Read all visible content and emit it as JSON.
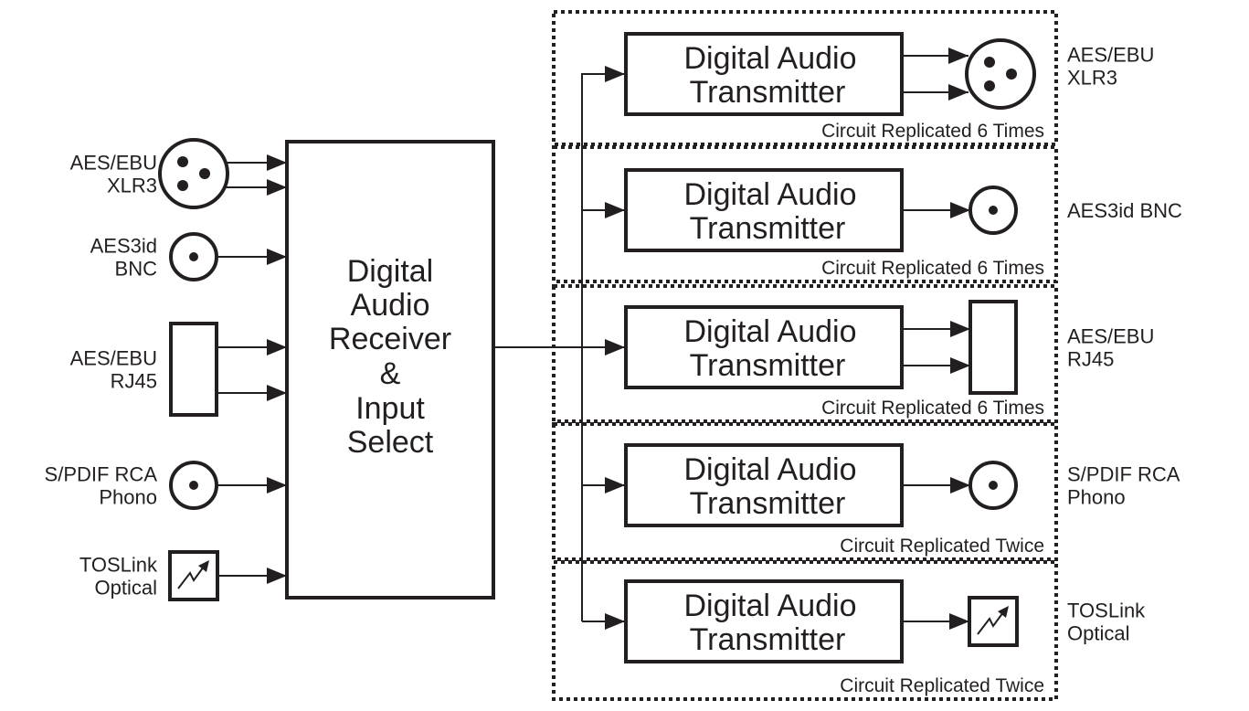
{
  "receiver": {
    "lines": [
      "Digital",
      "Audio",
      "Receiver",
      "&",
      "Input",
      "Select"
    ]
  },
  "inputs": [
    {
      "id": "xlr3",
      "type": "xlr3",
      "label": [
        "AES/EBU",
        "XLR3"
      ]
    },
    {
      "id": "bnc",
      "type": "bnc",
      "label": [
        "AES3id",
        "BNC"
      ]
    },
    {
      "id": "rj45",
      "type": "rj45",
      "label": [
        "AES/EBU",
        "RJ45"
      ]
    },
    {
      "id": "rca",
      "type": "rca",
      "label": [
        "S/PDIF RCA",
        "Phono"
      ]
    },
    {
      "id": "toslink",
      "type": "toslink",
      "label": [
        "TOSLink",
        "Optical"
      ]
    }
  ],
  "transmitter": {
    "lines": [
      "Digital Audio",
      "Transmitter"
    ]
  },
  "outputs": [
    {
      "id": "xlr3",
      "type": "xlr3",
      "label": [
        "AES/EBU",
        "XLR3"
      ],
      "caption": "Circuit Replicated 6 Times"
    },
    {
      "id": "bnc",
      "type": "bnc",
      "label": [
        "AES3id BNC"
      ],
      "caption": "Circuit Replicated 6 Times"
    },
    {
      "id": "rj45",
      "type": "rj45",
      "label": [
        "AES/EBU",
        "RJ45"
      ],
      "caption": "Circuit Replicated 6 Times"
    },
    {
      "id": "rca",
      "type": "rca",
      "label": [
        "S/PDIF RCA",
        "Phono"
      ],
      "caption": "Circuit Replicated Twice"
    },
    {
      "id": "toslink",
      "type": "toslink",
      "label": [
        "TOSLink",
        "Optical"
      ],
      "caption": "Circuit Replicated Twice"
    }
  ]
}
